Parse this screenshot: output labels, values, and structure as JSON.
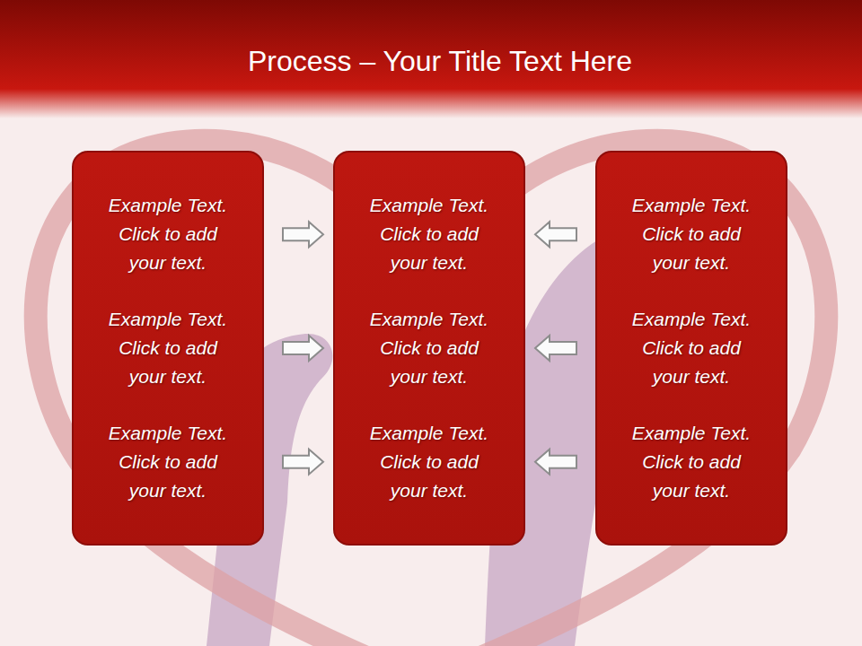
{
  "diagram": {
    "title": "Process – Your Title Text Here",
    "nodes": [
      {
        "text": [
          "Example Text. Click to add your text.",
          "Example Text. Click to add your text.",
          "Example Text. Click to add your text."
        ]
      },
      {
        "text": [
          "Example Text. Click to add your text.",
          "Example Text. Click to add your text.",
          "Example Text. Click to add your text."
        ]
      },
      {
        "text": [
          "Example Text. Click to add your text.",
          "Example Text. Click to add your text.",
          "Example Text. Click to add your text."
        ]
      }
    ],
    "edges": [
      {
        "from": 0,
        "to": 1,
        "arrow": "to"
      },
      {
        "from": 0,
        "to": 1,
        "arrow": "to"
      },
      {
        "from": 0,
        "to": 1,
        "arrow": "to"
      },
      {
        "from": 2,
        "to": 1,
        "arrow": "to"
      },
      {
        "from": 2,
        "to": 1,
        "arrow": "to"
      },
      {
        "from": 2,
        "to": 1,
        "arrow": "to"
      }
    ]
  }
}
